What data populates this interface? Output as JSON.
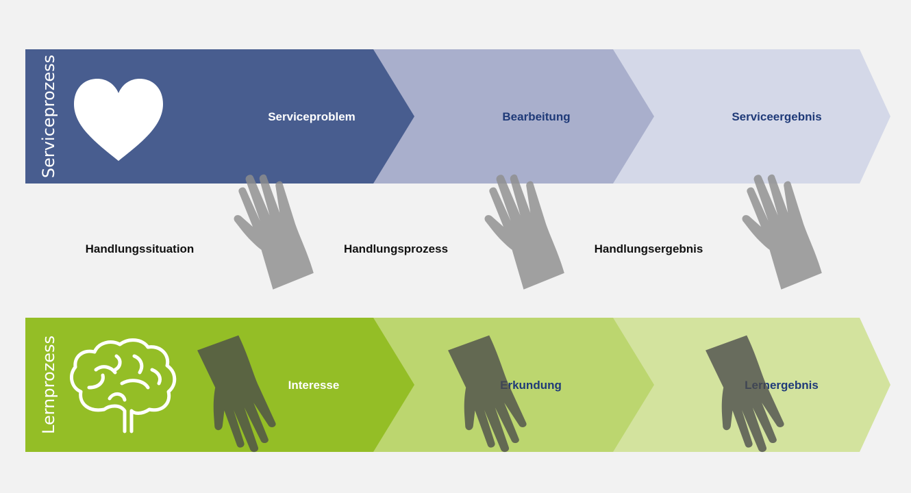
{
  "service_row": {
    "label": "Serviceprozess",
    "icon": "heart-icon",
    "steps": [
      {
        "label": "Serviceproblem",
        "fill": "#485d8f",
        "text_color": "#ffffff"
      },
      {
        "label": "Bearbeitung",
        "fill": "#a9afcc",
        "text_color": "#1f3a78"
      },
      {
        "label": "Serviceergebnis",
        "fill": "#d4d8e8",
        "text_color": "#1f3a78"
      }
    ]
  },
  "learning_row": {
    "label": "Lernprozess",
    "icon": "brain-icon",
    "steps": [
      {
        "label": "Interesse",
        "fill": "#94be26",
        "text_color": "#ffffff"
      },
      {
        "label": "Erkundung",
        "fill": "#bcd66f",
        "text_color": "#1f3a78"
      },
      {
        "label": "Lernergebnis",
        "fill": "#d3e39e",
        "text_color": "#1f3a78"
      }
    ]
  },
  "connectors": [
    {
      "label": "Handlungssituation",
      "icon": "handshake-icon"
    },
    {
      "label": "Handlungsprozess",
      "icon": "handshake-icon"
    },
    {
      "label": "Handlungsergebnis",
      "icon": "handshake-icon"
    }
  ],
  "colors": {
    "background": "#f2f2f2",
    "service_dark": "#485d8f",
    "learning_dark": "#94be26",
    "label_blue": "#1f3a78",
    "hand_light": "#8e8e8e",
    "hand_dark": "#4a4a4a"
  }
}
